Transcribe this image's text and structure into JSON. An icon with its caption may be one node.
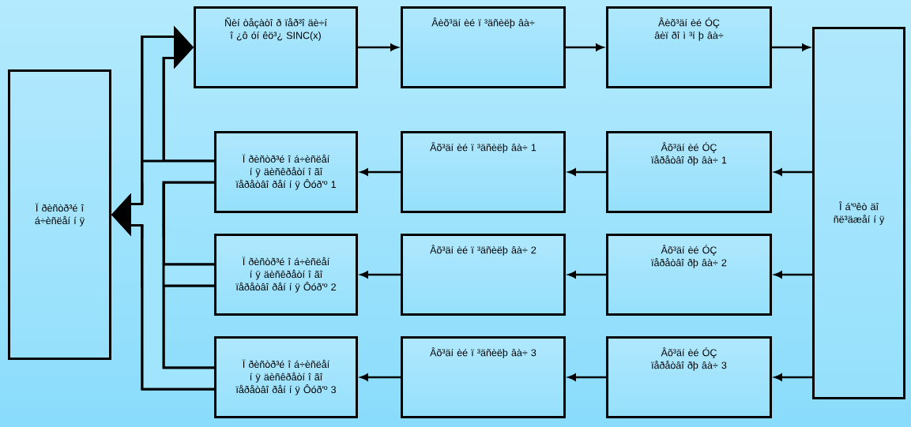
{
  "diagram": {
    "nodes": [
      {
        "text": [
          "Ï ðèñòð³é î á÷èñëåí í ÿ"
        ]
      },
      {
        "text": [
          "Ñèí òåçàòî ð ïåð³î äè÷í î ¿ô óí êö³¿ SINC(x)"
        ]
      },
      {
        "text": [
          "Âèõ³äí èé ï ³äñèëþ âà÷"
        ]
      },
      {
        "text": [
          "Âèõ³äí èé ÓÇ âèï ðî ì ³í þ âà÷"
        ]
      },
      {
        "text": [
          "Î á'ºêò äî ñë³äæåí í ÿ"
        ]
      },
      {
        "text": [
          "Ï ðèñòð³é î á÷èñëåí í ÿ äèñêðåòí î ãî ïåðåòâî ðåí í ÿ Ôóð'º 1"
        ]
      },
      {
        "text": [
          "Âõ³äí èé ï ³äñèëþ âà÷ 1"
        ]
      },
      {
        "text": [
          "Âõ³äí èé ÓÇ ïåðåòâî ðþ âà÷ 1"
        ]
      },
      {
        "text": [
          "Ï ðèñòð³é î á÷èñëåí í ÿ äèñêðåòí î ãî ïåðåòâî ðåí í ÿ Ôóð'º 2"
        ]
      },
      {
        "text": [
          "Âõ³äí èé ï ³äñèëþ âà÷ 2"
        ]
      },
      {
        "text": [
          "Âõ³äí èé ÓÇ ïåðåòâî ðþ âà÷ 2"
        ]
      },
      {
        "text": [
          "Ï ðèñòð³é î á÷èñëåí í ÿ äèñêðåòí î ãî ïåðåòâî ðåí í ÿ Ôóð'º 3"
        ]
      },
      {
        "text": [
          "Âõ³äí èé ï ³äñèëþ âà÷ 3"
        ]
      },
      {
        "text": [
          "Âõ³äí èé ÓÇ ïåðåòâî ðþ âà÷ 3"
        ]
      }
    ],
    "edges": [
      {
        "from": 1,
        "to": 2,
        "arrow": "to"
      },
      {
        "from": 2,
        "to": 3,
        "arrow": "to"
      },
      {
        "from": 3,
        "to": 4,
        "arrow": "to"
      },
      {
        "from": 4,
        "to": 7,
        "arrow": "to"
      },
      {
        "from": 7,
        "to": 6,
        "arrow": "to"
      },
      {
        "from": 6,
        "to": 5,
        "arrow": "to"
      },
      {
        "from": 4,
        "to": 10,
        "arrow": "to"
      },
      {
        "from": 10,
        "to": 9,
        "arrow": "to"
      },
      {
        "from": 9,
        "to": 8,
        "arrow": "to"
      },
      {
        "from": 4,
        "to": 13,
        "arrow": "to"
      },
      {
        "from": 13,
        "to": 12,
        "arrow": "to"
      },
      {
        "from": 12,
        "to": 11,
        "arrow": "to"
      },
      {
        "from": 5,
        "to": 1,
        "arrow": "to",
        "style": "thick"
      },
      {
        "from": 8,
        "to": 1,
        "arrow": "to",
        "style": "thick"
      },
      {
        "from": 11,
        "to": 1,
        "arrow": "to",
        "style": "thick"
      },
      {
        "from": 5,
        "to": 0,
        "arrow": "to",
        "style": "thick"
      },
      {
        "from": 8,
        "to": 0,
        "arrow": "to",
        "style": "thick"
      },
      {
        "from": 11,
        "to": 0,
        "arrow": "to",
        "style": "thick"
      }
    ]
  }
}
